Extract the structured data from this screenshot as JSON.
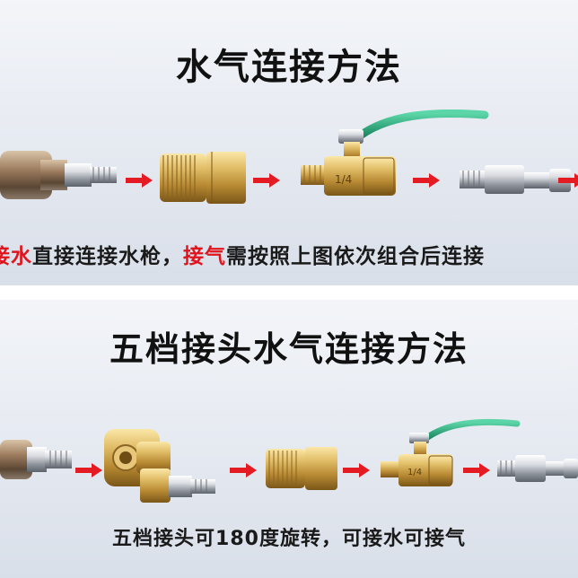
{
  "section1": {
    "title": "水气连接方法",
    "caption": [
      {
        "text": "接水",
        "color": "#e0141c"
      },
      {
        "text": "直接连接水枪，",
        "color": "#1a1a1a"
      },
      {
        "text": "接气",
        "color": "#e0141c"
      },
      {
        "text": "需按照上图依次组合后连接",
        "color": "#1a1a1a"
      }
    ],
    "items": [
      {
        "name": "pipe-with-quick-connector-image"
      },
      {
        "name": "brass-female-quick-coupler-image"
      },
      {
        "name": "brass-ball-valve-image",
        "marking": "1/4"
      },
      {
        "name": "air-nipple-connector-image"
      }
    ]
  },
  "section2": {
    "title": "五档接头水气连接方法",
    "caption": "五档接头可180度旋转，可接水可接气",
    "items": [
      {
        "name": "pipe-with-quick-connector-image"
      },
      {
        "name": "five-gear-swivel-joint-image"
      },
      {
        "name": "brass-female-quick-coupler-image"
      },
      {
        "name": "brass-ball-valve-image",
        "marking": "1/4"
      },
      {
        "name": "air-nipple-connector-image"
      }
    ]
  },
  "colors": {
    "arrow": "#e51b24",
    "brass": "#c9a24a",
    "valve_handle": "#1e9a72",
    "steel": "#c9ccd2"
  }
}
